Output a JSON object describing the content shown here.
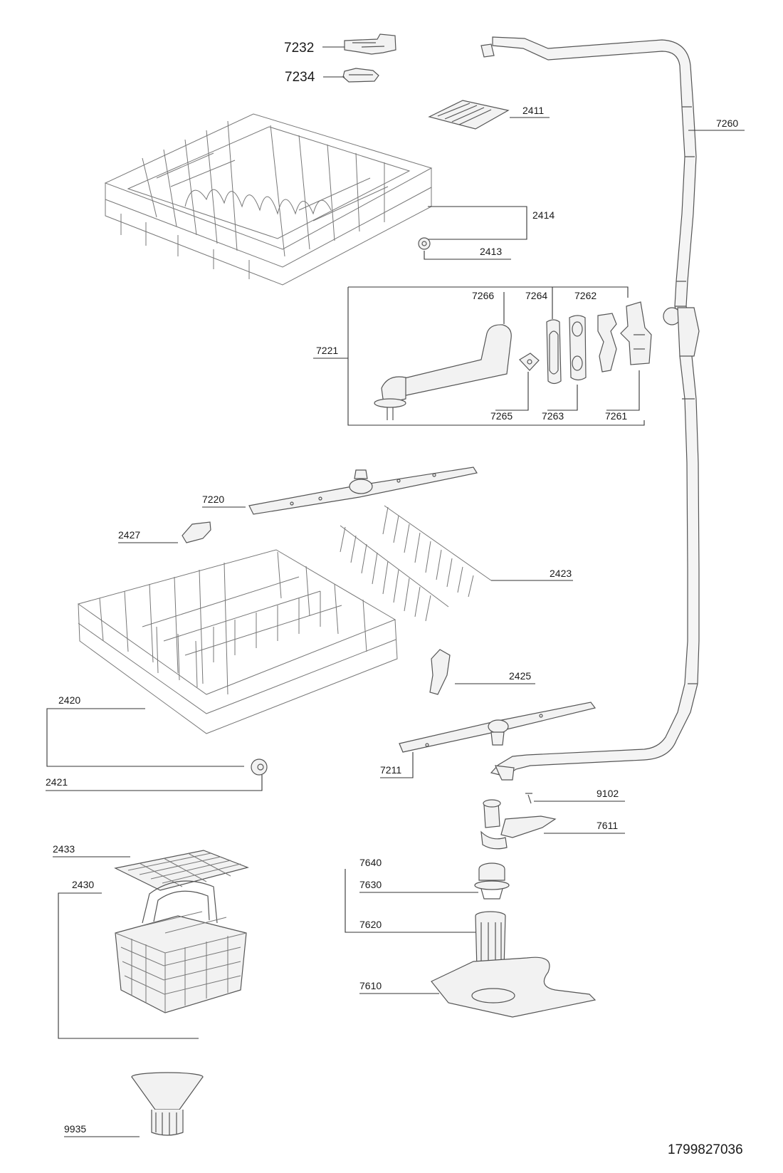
{
  "drawing_number": "1799827036",
  "labels": {
    "p7232": "7232",
    "p7234": "7234",
    "p2411": "2411",
    "p7260": "7260",
    "p2414": "2414",
    "p2413": "2413",
    "p7266": "7266",
    "p7264": "7264",
    "p7262": "7262",
    "p7221": "7221",
    "p7265": "7265",
    "p7263": "7263",
    "p7261": "7261",
    "p7220": "7220",
    "p2427": "2427",
    "p2423": "2423",
    "p2425": "2425",
    "p2420": "2420",
    "p2421": "2421",
    "p7211": "7211",
    "p9102": "9102",
    "p7611": "7611",
    "p2433": "2433",
    "p7640": "7640",
    "p2430": "2430",
    "p7630": "7630",
    "p7620": "7620",
    "p7610": "7610",
    "p9935": "9935"
  }
}
